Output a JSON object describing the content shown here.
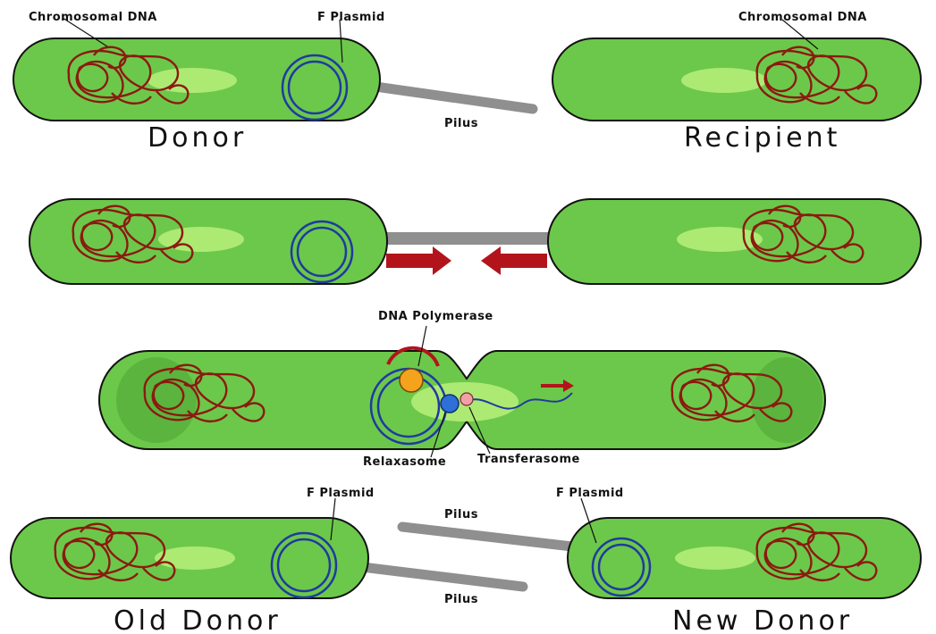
{
  "colors": {
    "cell_fill": "#6cc84a",
    "cell_highlight": "#b8f07a",
    "chromosome": "#8b1a10",
    "plasmid": "#1f3aa0",
    "pilus": "#8f8f8f",
    "arrow": "#b3141c",
    "dna_polymerase": "#f5a31c",
    "relaxasome": "#2e6fd8",
    "transferasome": "#f2a0a8"
  },
  "labels": {
    "chromosomal_dna_left": "Chromosomal DNA",
    "chromosomal_dna_right": "Chromosomal DNA",
    "f_plasmid_top": "F Plasmid",
    "pilus_top": "Pilus",
    "donor": "Donor",
    "recipient": "Recipient",
    "dna_polymerase": "DNA Polymerase",
    "relaxasome": "Relaxasome",
    "transferasome": "Transferasome",
    "f_plasmid_old": "F Plasmid",
    "f_plasmid_new": "F Plasmid",
    "pilus_upper": "Pilus",
    "pilus_lower": "Pilus",
    "old_donor": "Old Donor",
    "new_donor": "New Donor"
  }
}
